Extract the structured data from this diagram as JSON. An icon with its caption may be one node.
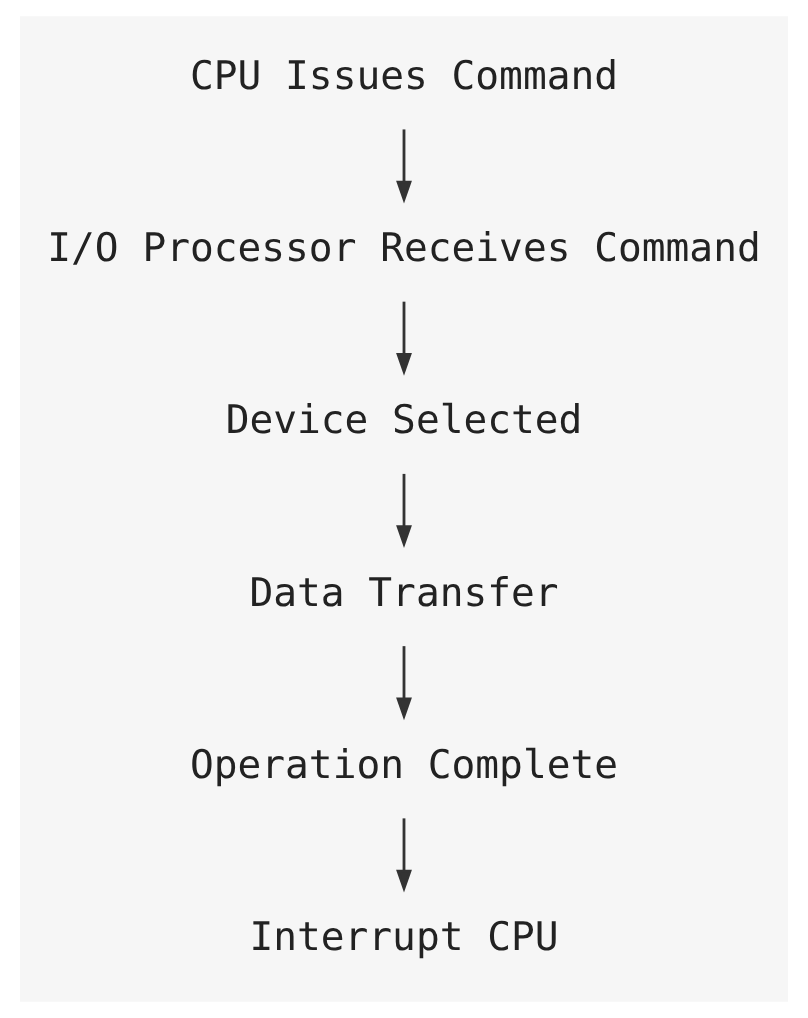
{
  "diagram": {
    "nodes": [
      {
        "text": [
          "CPU Issues Command"
        ]
      },
      {
        "text": [
          "I/O Processor Receives Command"
        ]
      },
      {
        "text": [
          "Device Selected"
        ]
      },
      {
        "text": [
          "Data Transfer"
        ]
      },
      {
        "text": [
          "Operation Complete"
        ]
      },
      {
        "text": [
          "Interrupt CPU"
        ]
      }
    ],
    "edges": [
      {
        "from": 0,
        "to": 1,
        "arrow": "to"
      },
      {
        "from": 1,
        "to": 2,
        "arrow": "to"
      },
      {
        "from": 2,
        "to": 3,
        "arrow": "to"
      },
      {
        "from": 3,
        "to": 4,
        "arrow": "to"
      },
      {
        "from": 4,
        "to": 5,
        "arrow": "to"
      }
    ]
  }
}
